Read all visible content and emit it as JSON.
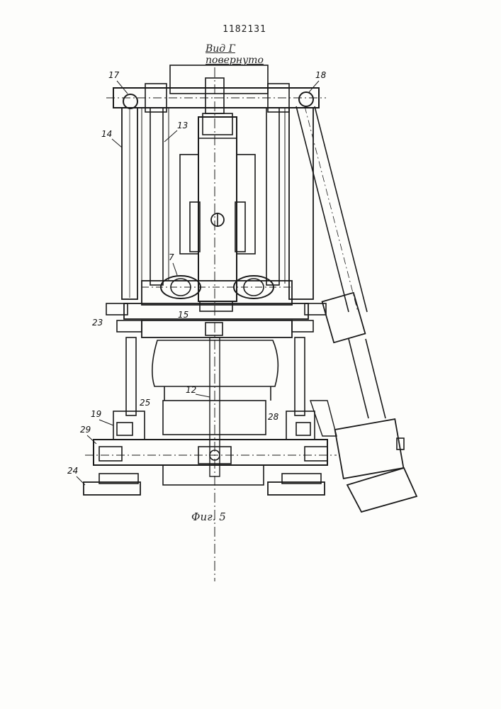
{
  "document": {
    "patent_number": "1182131",
    "view_caption": "Вид Г повернуто",
    "figure_caption": "Фиг. 5"
  },
  "callouts": [
    {
      "id": "17",
      "text": "17"
    },
    {
      "id": "18",
      "text": "18"
    },
    {
      "id": "14",
      "text": "14"
    },
    {
      "id": "13",
      "text": "13"
    },
    {
      "id": "7",
      "text": "7"
    },
    {
      "id": "15",
      "text": "15"
    },
    {
      "id": "23",
      "text": "23"
    },
    {
      "id": "12",
      "text": "12"
    },
    {
      "id": "25",
      "text": "25"
    },
    {
      "id": "19",
      "text": "19"
    },
    {
      "id": "28",
      "text": "28"
    },
    {
      "id": "29",
      "text": "29"
    },
    {
      "id": "24",
      "text": "24"
    }
  ],
  "style": {
    "ink": "#1a1a1a",
    "paper": "#fdfdfb"
  }
}
